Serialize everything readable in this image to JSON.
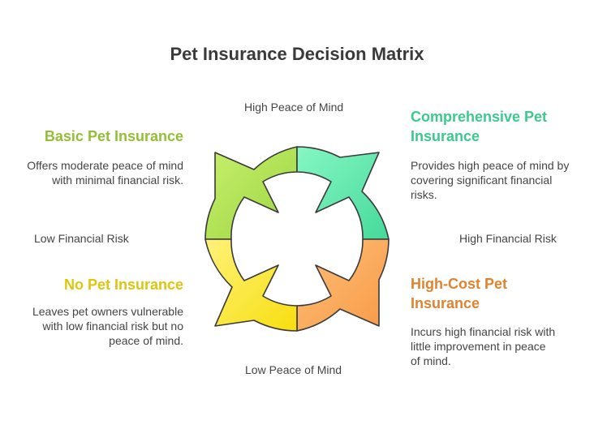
{
  "title": "Pet Insurance Decision Matrix",
  "axes": {
    "top": "High Peace of Mind",
    "bottom": "Low Peace of Mind",
    "left": "Low Financial Risk",
    "right": "High Financial Risk"
  },
  "quadrants": {
    "top_left": {
      "title": "Basic Pet Insurance",
      "description": "Offers moderate peace of mind with minimal financial risk.",
      "color": "#9cc93a"
    },
    "top_right": {
      "title": "Comprehensive Pet Insurance",
      "description": "Provides high peace of mind by covering significant financial risks.",
      "color": "#3ecf9a"
    },
    "bottom_left": {
      "title": "No Pet Insurance",
      "description": "Leaves pet owners vulnerable with low financial risk but no peace of mind.",
      "color": "#e3cc0c"
    },
    "bottom_right": {
      "title": "High-Cost Pet Insurance",
      "description": "Incurs high financial risk with little improvement in peace of mind.",
      "color": "#e8852f"
    }
  }
}
